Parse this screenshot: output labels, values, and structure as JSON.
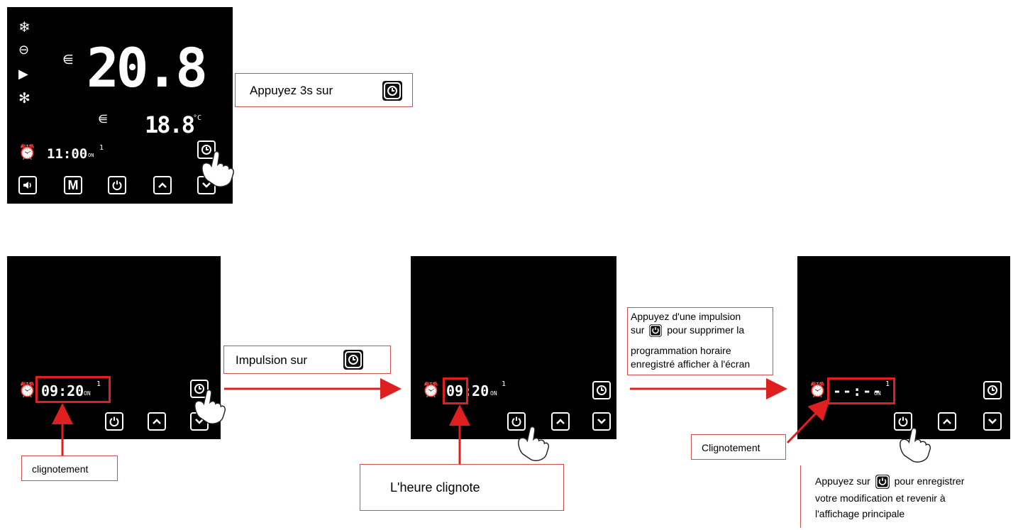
{
  "main_display": {
    "temperature": "20.8",
    "temp_unit": "°C",
    "secondary_temperature": "18.8",
    "secondary_unit": "°C",
    "clock": "11:00",
    "clock_suffix": "ON",
    "program_index": "1",
    "buttons": [
      "speaker",
      "M",
      "power",
      "up",
      "down"
    ],
    "m_label": "M"
  },
  "callouts": {
    "press_3s": "Appuyez 3s sur",
    "impulse": "Impulsion sur",
    "delete_lines": [
      "Appuyez d'une impulsion",
      "sur",
      "pour supprimer la",
      "programmation horaire",
      "enregistré afficher à l'écran"
    ],
    "blinking_1": "clignotement",
    "hour_blinks": "L'heure clignote",
    "blinking_2": "Clignotement",
    "save_prefix": "Appuyez sur",
    "save_suffix": "pour enregistrer",
    "save_lines": [
      "votre modification et revenir à",
      "l'affichage principale"
    ]
  },
  "step_displays": {
    "step1_time": "09:20",
    "step1_suffix": "ON",
    "step1_index": "1",
    "step2_hour": "09",
    "step2_rest": ":20",
    "step2_suffix": "ON",
    "step2_index": "1",
    "step3_time": "--:--",
    "step3_suffix": "ON",
    "step3_index": "1"
  },
  "colors": {
    "panel_bg": "#000000",
    "segment": "#ffffff",
    "highlight": "#e02020",
    "callout_border": "#d05050"
  }
}
